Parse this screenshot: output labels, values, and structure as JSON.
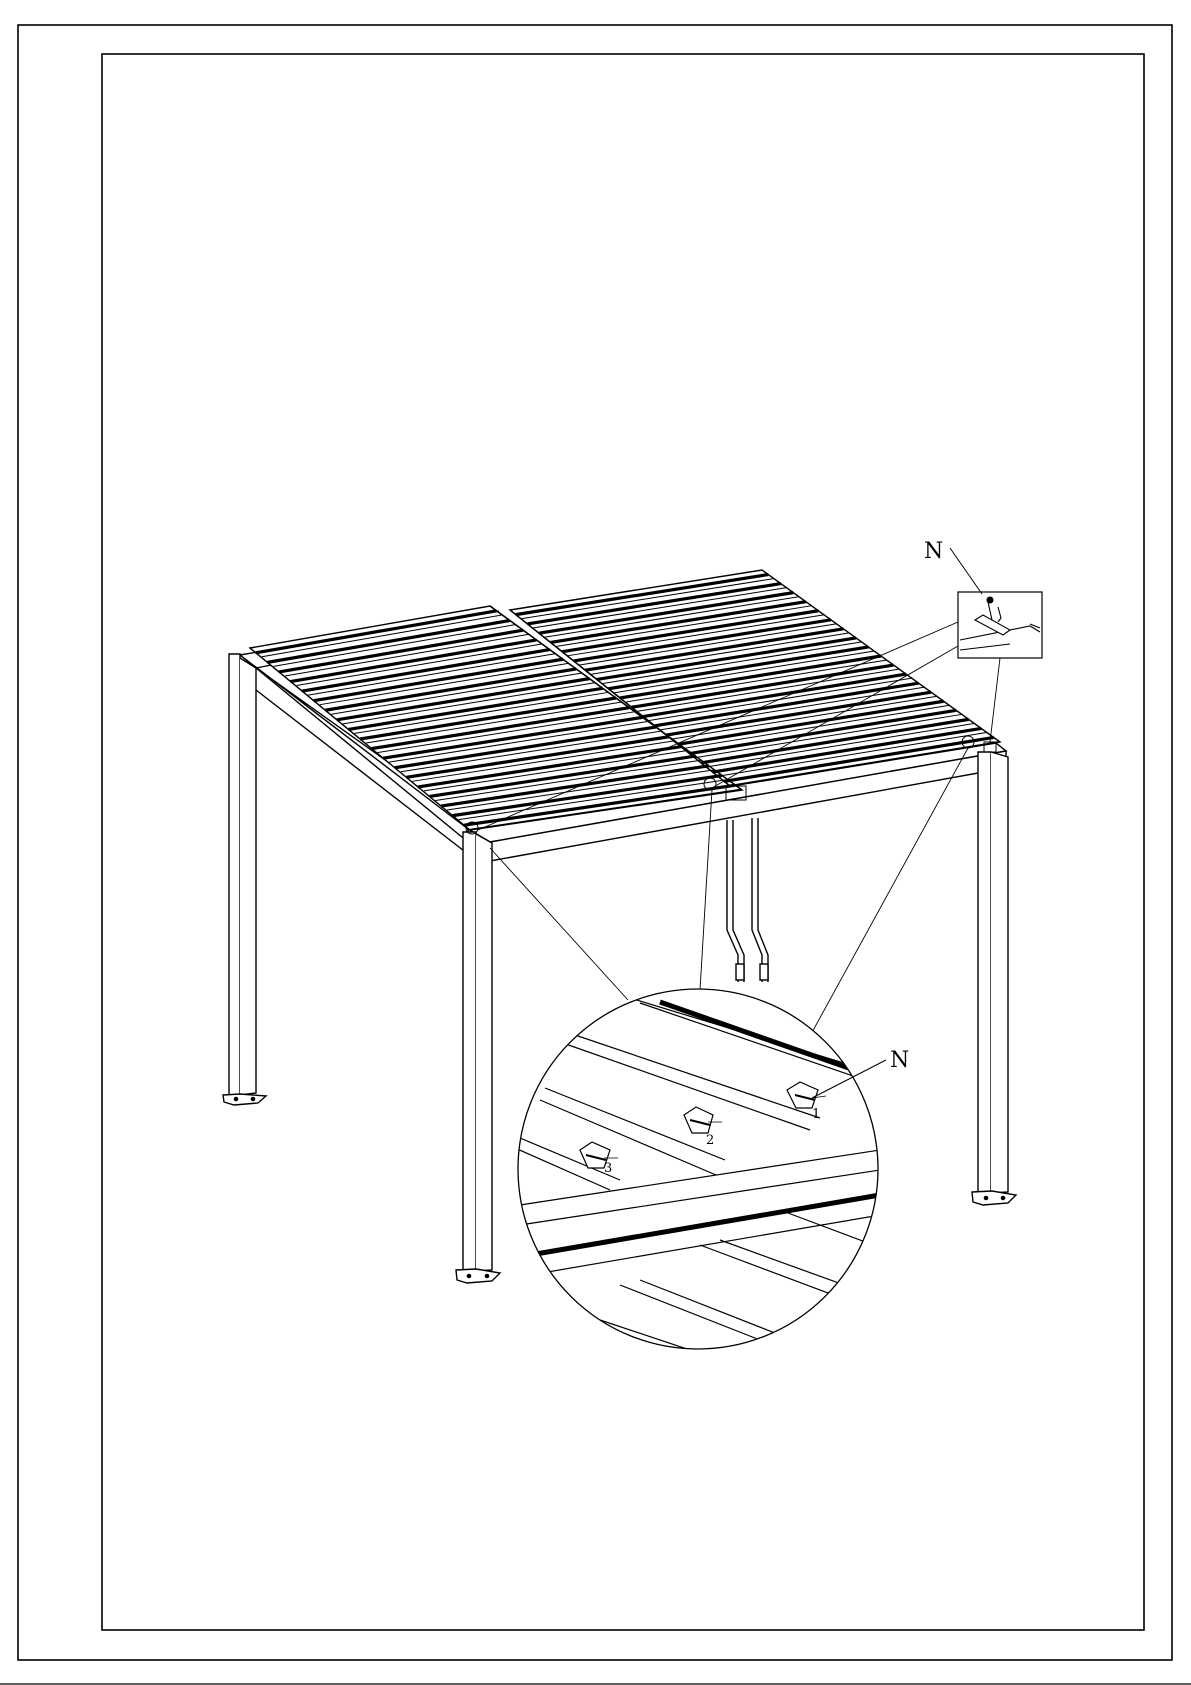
{
  "diagram": {
    "callouts": {
      "top_detail_label": "N",
      "zoom_detail_label": "N"
    },
    "step_numbers": [
      "1",
      "2",
      "3"
    ]
  },
  "colors": {
    "line": "#000000",
    "background": "#ffffff"
  }
}
